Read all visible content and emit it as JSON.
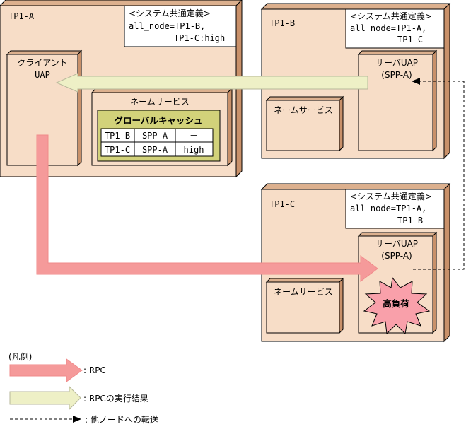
{
  "tp1a": {
    "title": "TP1-A",
    "sysdef_title": "<システム共通定義>",
    "sysdef_line1": "all_node=TP1-B,",
    "sysdef_line2": "TP1-C:high",
    "client_line1": "クライアント",
    "client_line2": "UAP",
    "nameservice": "ネームサービス",
    "cache_title": "グローバルキャッシュ",
    "cache_rows": [
      [
        "TP1-B",
        "SPP-A",
        "－"
      ],
      [
        "TP1-C",
        "SPP-A",
        "high"
      ]
    ]
  },
  "tp1b": {
    "title": "TP1-B",
    "sysdef_title": "<システム共通定義>",
    "sysdef_line1": "all_node=TP1-A,",
    "sysdef_line2": "TP1-C",
    "server_line1": "サーバUAP",
    "server_line2": "(SPP-A)",
    "nameservice": "ネームサービス"
  },
  "tp1c": {
    "title": "TP1-C",
    "sysdef_title": "<システム共通定義>",
    "sysdef_line1": "all_node=TP1-A,",
    "sysdef_line2": "TP1-B",
    "server_line1": "サーバUAP",
    "server_line2": "(SPP-A)",
    "nameservice": "ネームサービス",
    "high_load": "高負荷"
  },
  "legend": {
    "title": "(凡例)",
    "rpc": ": RPC",
    "rpc_result": ": RPCの実行結果",
    "forward": ": 他ノードへの転送"
  },
  "colors": {
    "node_fill": "#f7ddc7",
    "rpc_arrow": "#f59a9a",
    "result_arrow": "#eef0c6",
    "cache_fill": "#d2d27a",
    "burst": "#f9a0aa"
  }
}
